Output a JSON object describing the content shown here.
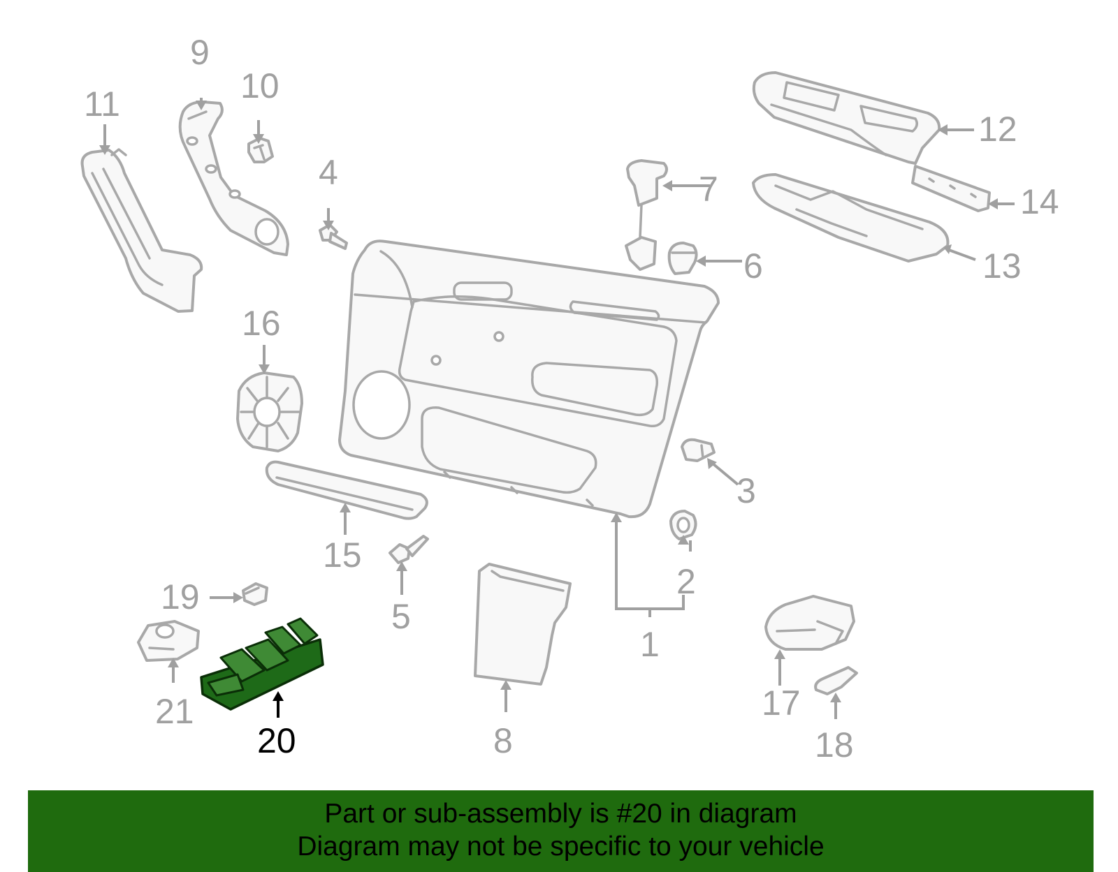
{
  "diagram": {
    "highlighted_part": "20",
    "callouts": [
      {
        "id": "1",
        "label": "1"
      },
      {
        "id": "2",
        "label": "2"
      },
      {
        "id": "3",
        "label": "3"
      },
      {
        "id": "4",
        "label": "4"
      },
      {
        "id": "5",
        "label": "5"
      },
      {
        "id": "6",
        "label": "6"
      },
      {
        "id": "7",
        "label": "7"
      },
      {
        "id": "8",
        "label": "8"
      },
      {
        "id": "9",
        "label": "9"
      },
      {
        "id": "10",
        "label": "10"
      },
      {
        "id": "11",
        "label": "11"
      },
      {
        "id": "12",
        "label": "12"
      },
      {
        "id": "13",
        "label": "13"
      },
      {
        "id": "14",
        "label": "14"
      },
      {
        "id": "15",
        "label": "15"
      },
      {
        "id": "16",
        "label": "16"
      },
      {
        "id": "17",
        "label": "17"
      },
      {
        "id": "18",
        "label": "18"
      },
      {
        "id": "19",
        "label": "19"
      },
      {
        "id": "20",
        "label": "20"
      },
      {
        "id": "21",
        "label": "21"
      }
    ],
    "colors": {
      "banner_background": "#1f6b0e",
      "highlight_part_fill": "#1e6a18",
      "callout_gray": "#a0a0a0",
      "callout_highlight": "#000000"
    }
  },
  "banner": {
    "line1": "Part or sub-assembly is #20 in diagram",
    "line2": "Diagram may not be specific to your vehicle"
  }
}
